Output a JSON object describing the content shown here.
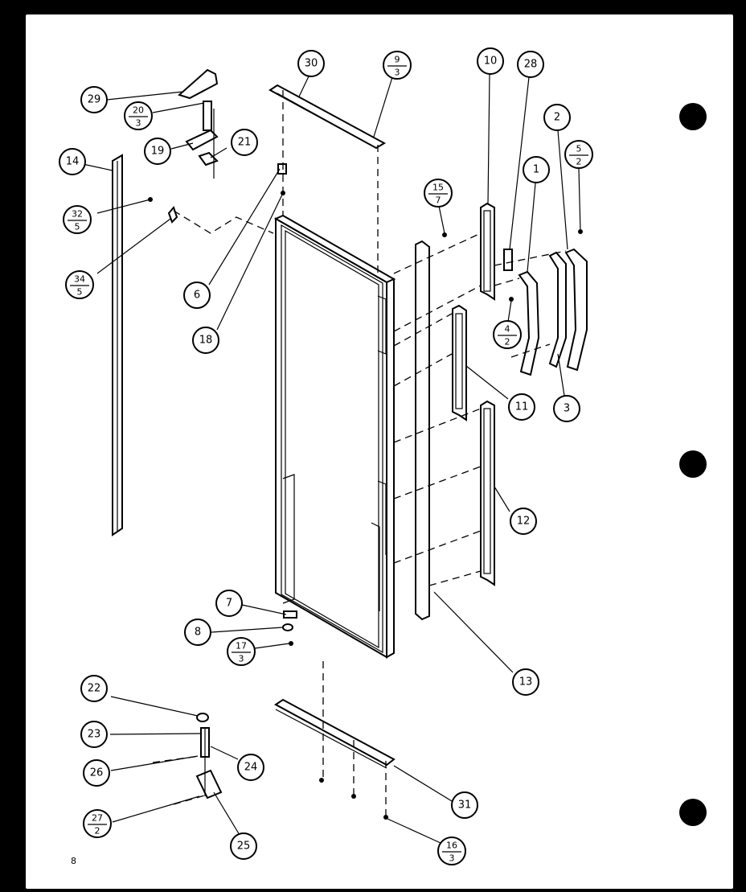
{
  "page_number": "8",
  "callouts": [
    {
      "id": "c29",
      "text": "29"
    },
    {
      "id": "c20",
      "num": "20",
      "den": "3"
    },
    {
      "id": "c19",
      "text": "19"
    },
    {
      "id": "c21",
      "text": "21"
    },
    {
      "id": "c14",
      "text": "14"
    },
    {
      "id": "c32",
      "num": "32",
      "den": "5"
    },
    {
      "id": "c34",
      "num": "34",
      "den": "5"
    },
    {
      "id": "c6",
      "text": "6"
    },
    {
      "id": "c18",
      "text": "18"
    },
    {
      "id": "c30",
      "text": "30"
    },
    {
      "id": "c9",
      "num": "9",
      "den": "3"
    },
    {
      "id": "c10",
      "text": "10"
    },
    {
      "id": "c28",
      "text": "28"
    },
    {
      "id": "c2",
      "text": "2"
    },
    {
      "id": "c5",
      "num": "5",
      "den": "2"
    },
    {
      "id": "c15",
      "num": "15",
      "den": "7"
    },
    {
      "id": "c1",
      "text": "1"
    },
    {
      "id": "c4",
      "num": "4",
      "den": "2"
    },
    {
      "id": "c11",
      "text": "11"
    },
    {
      "id": "c3",
      "text": "3"
    },
    {
      "id": "c12",
      "text": "12"
    },
    {
      "id": "c13",
      "text": "13"
    },
    {
      "id": "c7",
      "text": "7"
    },
    {
      "id": "c8",
      "text": "8"
    },
    {
      "id": "c17",
      "num": "17",
      "den": "3"
    },
    {
      "id": "c22",
      "text": "22"
    },
    {
      "id": "c23",
      "text": "23"
    },
    {
      "id": "c24",
      "text": "24"
    },
    {
      "id": "c26",
      "text": "26"
    },
    {
      "id": "c27",
      "num": "27",
      "den": "2"
    },
    {
      "id": "c25",
      "text": "25"
    },
    {
      "id": "c31",
      "text": "31"
    },
    {
      "id": "c16",
      "num": "16",
      "den": "3"
    }
  ]
}
